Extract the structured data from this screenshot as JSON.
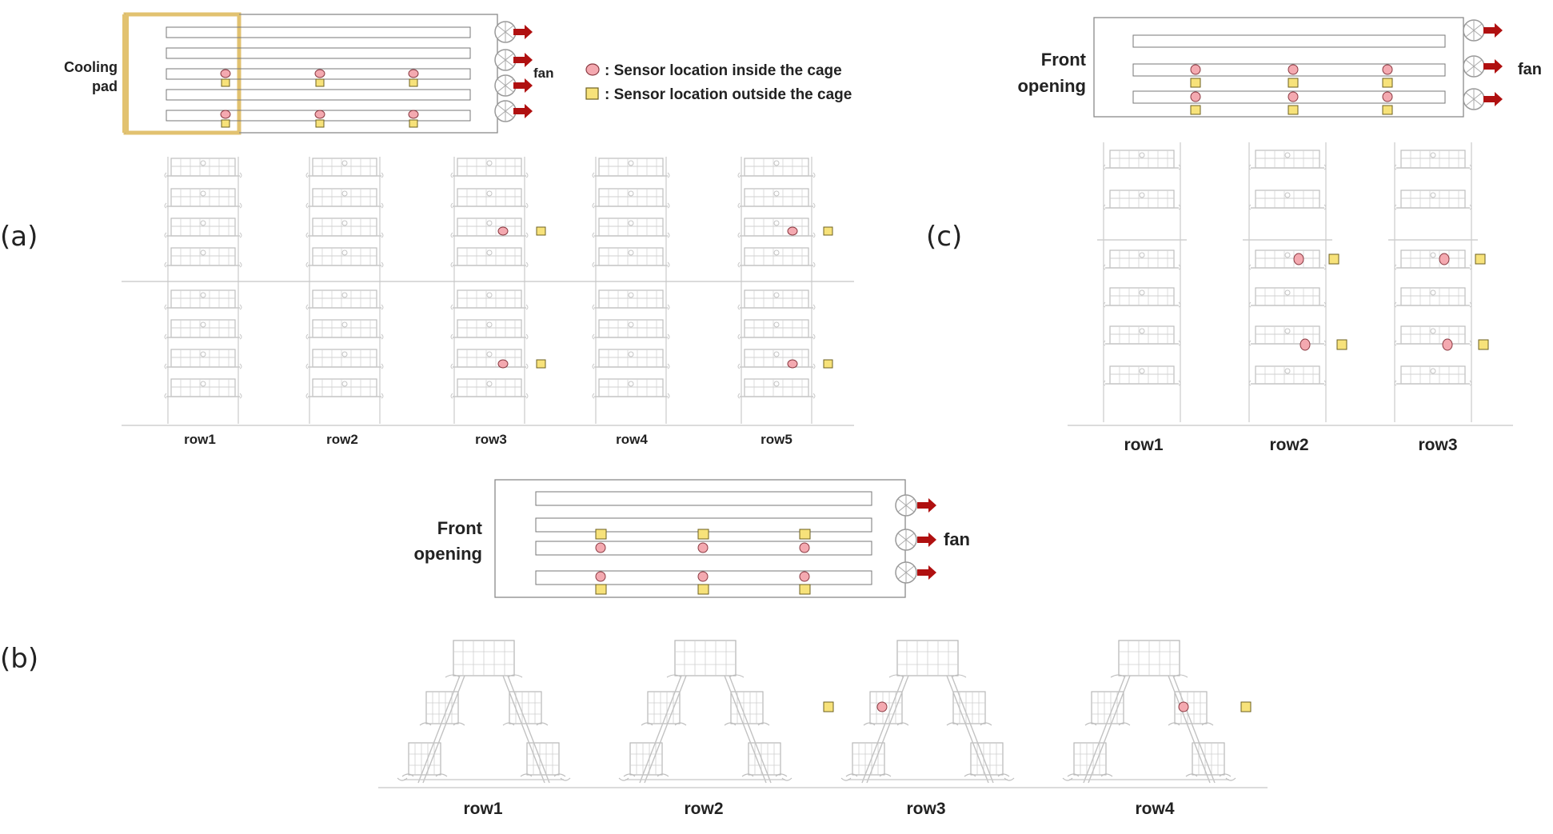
{
  "colors": {
    "sensor_inside": "#f4a9b0",
    "sensor_inside_stroke": "#8a3a42",
    "sensor_outside": "#f7e27a",
    "sensor_outside_stroke": "#6e6020",
    "fan_arrow": "#b01010",
    "cooling_pad": "#e2c270",
    "house_outline": "#8a8a8a",
    "cage_line": "#b9b9b9"
  },
  "legend": {
    "inside": ": Sensor location inside the cage",
    "outside": ": Sensor location outside the cage"
  },
  "panel_a": {
    "label": "(a)",
    "inlet_label_line1": "Cooling",
    "inlet_label_line2": "pad",
    "fan_label": "fan",
    "rows": [
      "row1",
      "row2",
      "row3",
      "row4",
      "row5"
    ]
  },
  "panel_b": {
    "label": "(b)",
    "inlet_label_line1": "Front",
    "inlet_label_line2": "opening",
    "fan_label": "fan",
    "rows": [
      "row1",
      "row2",
      "row3",
      "row4"
    ]
  },
  "panel_c": {
    "label": "(c)",
    "inlet_label_line1": "Front",
    "inlet_label_line2": "opening",
    "fan_label": "fan",
    "rows": [
      "row1",
      "row2",
      "row3"
    ]
  }
}
